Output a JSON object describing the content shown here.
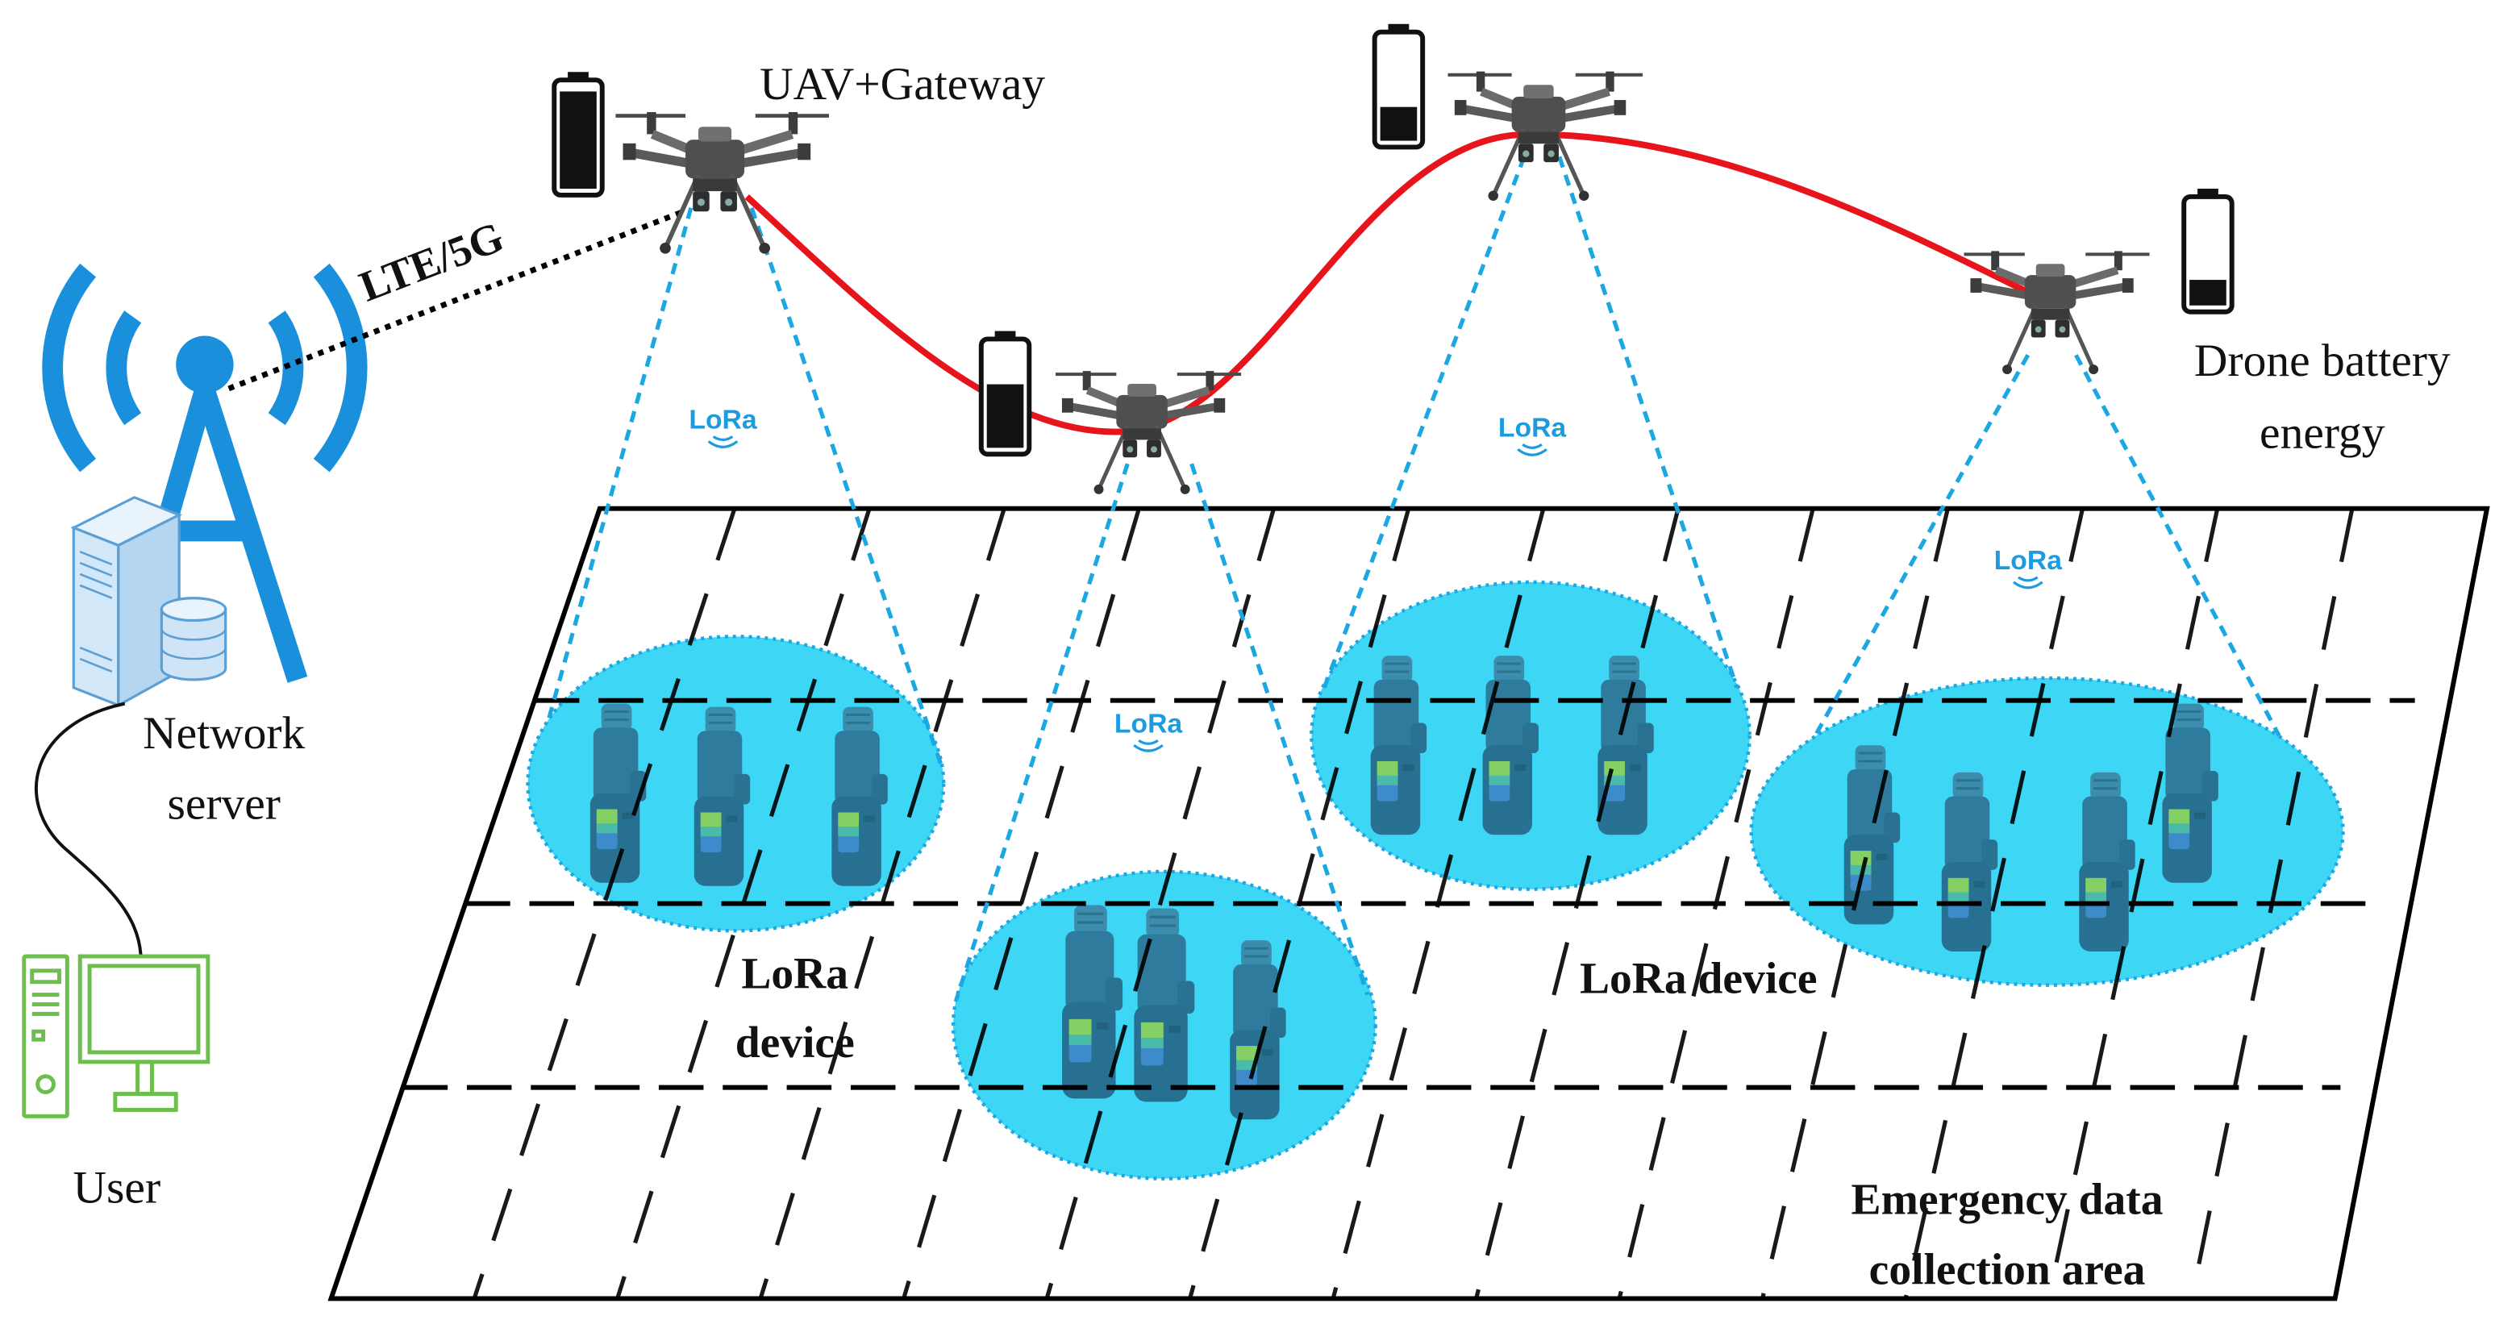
{
  "labels": {
    "uav_gateway": "UAV+Gateway",
    "lte_5g": "LTE/5G",
    "drone_battery_energy": [
      "Drone battery",
      "energy"
    ],
    "network_server": [
      "Network",
      "server"
    ],
    "user": "User",
    "lora_device_left": [
      "LoRa",
      "device"
    ],
    "lora_device_right": "LoRa device",
    "emergency_area": [
      "Emergency data",
      "collection area"
    ],
    "lora_logo": "LoRa"
  },
  "drones": [
    {
      "battery_level": 0.95
    },
    {
      "battery_level": 0.62
    },
    {
      "battery_level": 0.33
    },
    {
      "battery_level": 0.25
    }
  ],
  "icons": [
    "cell-tower-icon",
    "server-icon",
    "database-icon",
    "computer-icon",
    "drone-icon",
    "battery-icon",
    "lora-device-icon",
    "lora-logo"
  ],
  "colors": {
    "tower_blue": "#1a8fdc",
    "link_red": "#e8141c",
    "coverage_cyan": "#2cd2f4",
    "cone_blue": "#1aa7e2",
    "user_green": "#6cbf4c",
    "lora_blue": "#1b9ce0"
  }
}
